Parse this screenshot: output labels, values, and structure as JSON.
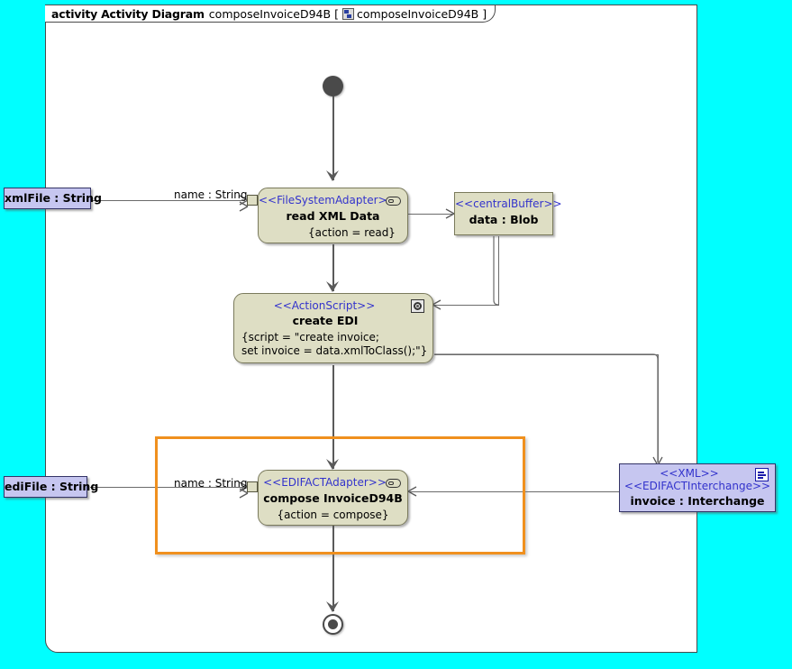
{
  "frame": {
    "keyword": "activity",
    "type_label": "Activity Diagram",
    "diagram_name": "composeInvoiceD94B",
    "bracket_open": "[",
    "bracket_close": "]",
    "inner_name": "composeInvoiceD94B",
    "icon": "activity-diagram-icon"
  },
  "colors": {
    "canvas": "#00FFFF",
    "frame_bg": "#FFFFFF",
    "action_fill": "#DEDEC4",
    "action_border": "#7A7A5C",
    "object_fill": "#C6C6F0",
    "object_border": "#333366",
    "stereotype_text": "#3333CC",
    "edge": "#5A5A5A",
    "highlight": "#F0901E"
  },
  "nodes": {
    "initial": {
      "name": "initial-node"
    },
    "final": {
      "name": "activity-final-node"
    },
    "read_xml": {
      "stereotype": "<<FileSystemAdapter>>",
      "title": "read XML Data",
      "property": "{action = read}",
      "icon": "pin-icon",
      "input_pin_label": "name : String"
    },
    "central_buffer": {
      "stereotype": "<<centralBuffer>>",
      "title": "data : Blob"
    },
    "create_edi": {
      "stereotype": "<<ActionScript>>",
      "title": "create EDI",
      "property_line1": "{script = \"create invoice;",
      "property_line2": "set invoice = data.xmlToClass();\"}",
      "icon": "action-script-icon"
    },
    "compose_invoice": {
      "stereotype": "<<EDIFACTAdapter>>",
      "title": "compose InvoiceD94B",
      "property": "{action = compose}",
      "icon": "pin-icon",
      "input_pin_label": "name : String",
      "selected": true
    },
    "xml_param_in": {
      "label": "xmlFile : String"
    },
    "edi_param_in": {
      "label": "ediFile : String"
    },
    "interchange": {
      "stereotype1": "<<XML>>",
      "stereotype2": "<<EDIFACTInterchange>>",
      "title": "invoice : Interchange",
      "icon": "document-icon"
    }
  },
  "edges": {
    "name_to_read": "name : String",
    "name_to_compose": "name : String"
  }
}
